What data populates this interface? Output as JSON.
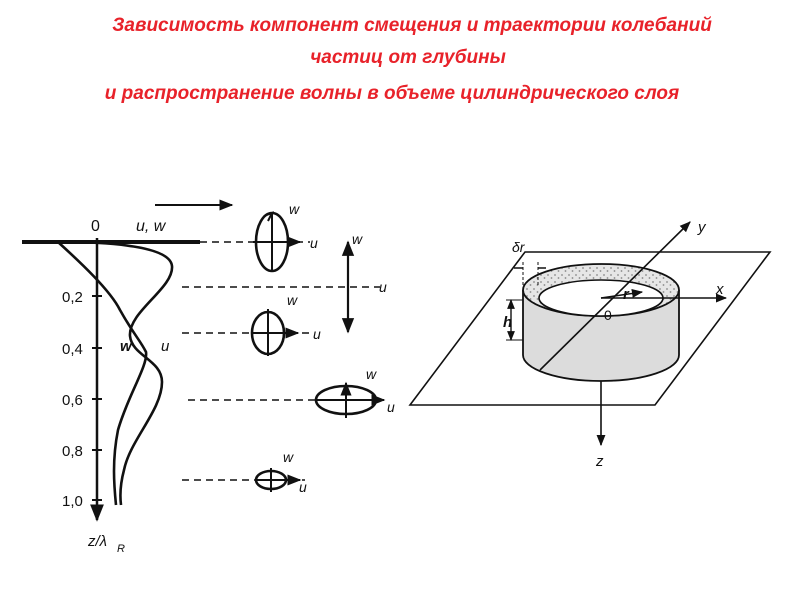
{
  "title": {
    "line1": "Зависимость компонент смещения и траектории колебаний",
    "line2": "частиц от глубины",
    "line3": "и  распространение волны в объеме цилиндрического слоя"
  },
  "left_plot": {
    "zero_label": "0",
    "top_label": "u, w",
    "depth_ticks": [
      "0,2",
      "0,4",
      "0,6",
      "0,8",
      "1,0"
    ],
    "axis_label": "z/λ",
    "axis_label_sub": "R",
    "curve_w": "w",
    "curve_u": "u"
  },
  "orbits": {
    "w": "w",
    "u": "u"
  },
  "right_plot": {
    "x": "x",
    "y": "y",
    "z": "z",
    "r": "r",
    "h": "h",
    "dr": "δr",
    "origin": "0"
  },
  "colors": {
    "title": "#e8222a",
    "ink": "#111111"
  }
}
